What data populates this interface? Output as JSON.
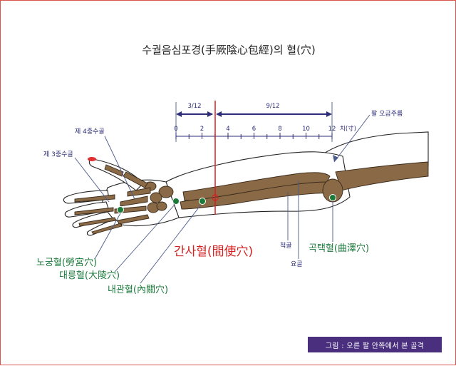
{
  "title": "수궐음심포경(手厥陰心包經)의 혈(穴)",
  "scale": {
    "segment_left": "3/12",
    "segment_right": "9/12",
    "ticks": [
      "0",
      "2",
      "4",
      "6",
      "8",
      "10",
      "12"
    ],
    "unit": "치(寸)"
  },
  "bones": {
    "metacarpal_4": "제 4중수골",
    "metacarpal_3": "제 3중수골",
    "elbow_crease": "팔 오금주름",
    "ulna": "척골",
    "radius": "요골"
  },
  "points": {
    "main": "간사혈(間使穴)",
    "laogong": "노궁혈(勞宮穴)",
    "daling": "대릉혈(大陵穴)",
    "neiguan": "내관혈(內關穴)",
    "quze": "곡택혈(曲澤穴)"
  },
  "caption": "그림 : 오른 팔 안쪽에서 본 골격",
  "colors": {
    "title": "#222222",
    "label_blue": "#2c2c7a",
    "label_green": "#1a7a3a",
    "main_red": "#d62020",
    "bone": "#7a5a3a",
    "caption_bg": "#4b2f7f"
  }
}
